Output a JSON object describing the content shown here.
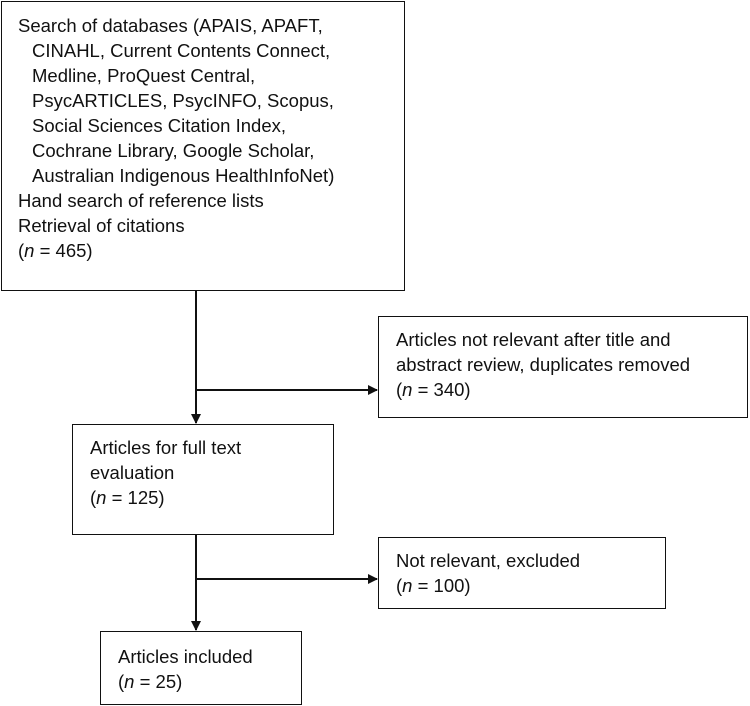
{
  "search": {
    "lines": [
      "Search of databases (APAIS, APAFT,",
      "CINAHL, Current Contents Connect,",
      "Medline, ProQuest Central,",
      "PsycARTICLES, PsycINFO, Scopus,",
      "Social Sciences Citation Index,",
      "Cochrane Library, Google Scholar,",
      "Australian Indigenous HealthInfoNet)",
      "Hand search of reference lists",
      "Retrieval of citations"
    ],
    "n_label": "n",
    "n_value": " = 465)"
  },
  "excluded_screening": {
    "line1": "Articles not relevant after title and",
    "line2": "abstract review, duplicates removed",
    "n_label": "n",
    "n_value": " = 340)"
  },
  "full_text": {
    "line1": "Articles for full text",
    "line2": "evaluation",
    "n_label": "n",
    "n_value": " = 125)"
  },
  "excluded_full_text": {
    "line1": "Not relevant, excluded",
    "n_label": "n",
    "n_value": " = 100)"
  },
  "included": {
    "line1": "Articles included",
    "n_label": "n",
    "n_value": " = 25)"
  },
  "paren_open": "("
}
